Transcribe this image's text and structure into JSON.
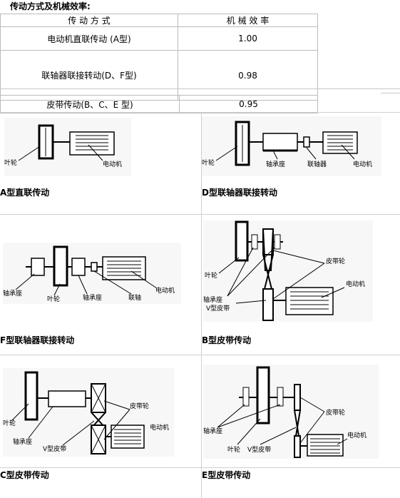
{
  "title": "传动方式及机械效率:",
  "table": {
    "headers": [
      "传 动 方 式",
      "机 械 效 率"
    ],
    "rows": [
      {
        "mode": "电动机直联传动 (A型)",
        "eff": "1.00"
      },
      {
        "mode": "联轴器联接转动(D、F型)",
        "eff": "0.98"
      },
      {
        "mode": "皮带传动(B、C、E 型)",
        "eff": "0.95"
      }
    ]
  },
  "captions": {
    "a": "A型直联传动",
    "d": "D型联轴器联接转动",
    "f": "F型联轴器联接转动",
    "b": "B型皮带传动",
    "c": "C型皮带传动",
    "e": "E型皮带传动"
  },
  "labels": {
    "impeller": "叶轮",
    "motor": "电动机",
    "bearing": "轴承座",
    "coupling": "联轴器",
    "coupling_f": "联轴",
    "pulley": "皮带轮",
    "vbelt": "V型皮带"
  }
}
